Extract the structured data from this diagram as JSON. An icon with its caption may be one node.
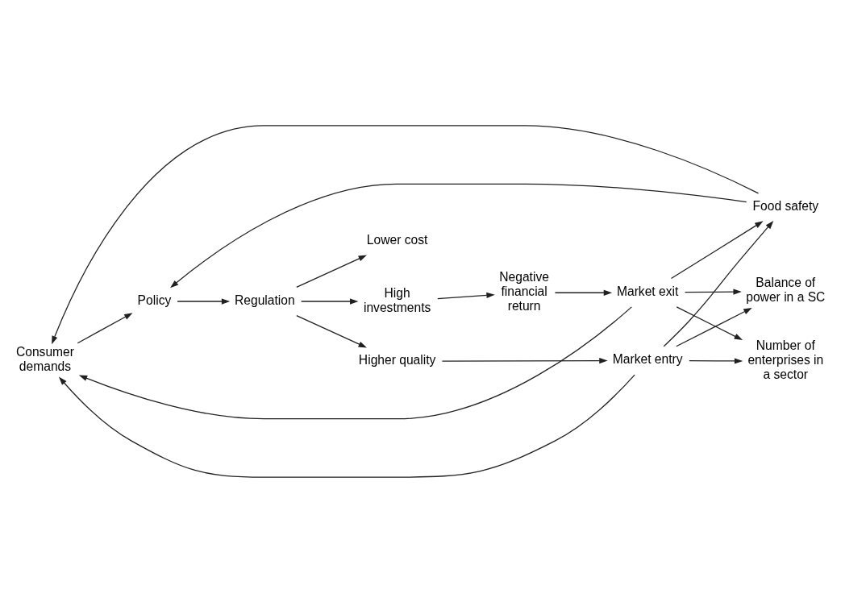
{
  "diagram": {
    "nodes": [
      {
        "text": [
          "Consumer demands"
        ]
      },
      {
        "text": [
          "Policy"
        ]
      },
      {
        "text": [
          "Higher quality"
        ]
      },
      {
        "text": [
          "Market entry"
        ]
      },
      {
        "text": [
          "Food safety"
        ]
      },
      {
        "text": [
          "Lower cost"
        ]
      },
      {
        "text": [
          "Regulation"
        ]
      },
      {
        "text": [
          "Balance of power in a SC"
        ]
      },
      {
        "text": [
          "High investments"
        ]
      },
      {
        "text": [
          "Number of enterprises in a sector"
        ]
      },
      {
        "text": [
          "Negative financial return"
        ]
      },
      {
        "text": [
          "Market exit"
        ]
      }
    ],
    "edges": [
      {
        "from": 1,
        "to": 6,
        "arrow": "to"
      },
      {
        "from": 6,
        "to": 2,
        "arrow": "to"
      },
      {
        "from": 6,
        "to": 5,
        "arrow": "to"
      },
      {
        "from": 6,
        "to": 8,
        "arrow": "to"
      },
      {
        "from": 8,
        "to": 10,
        "arrow": "to"
      },
      {
        "from": 10,
        "to": 11,
        "arrow": "to"
      },
      {
        "from": 2,
        "to": 3,
        "arrow": "to"
      },
      {
        "from": 11,
        "to": 0,
        "arrow": "to"
      },
      {
        "from": 0,
        "to": 1,
        "arrow": "to"
      },
      {
        "from": 4,
        "to": 1,
        "arrow": "to"
      },
      {
        "from": 3,
        "to": 0,
        "arrow": "to"
      },
      {
        "from": 3,
        "to": 4,
        "arrow": "to"
      },
      {
        "from": 4,
        "to": 0,
        "arrow": "to"
      },
      {
        "from": 3,
        "to": 9,
        "arrow": "to"
      },
      {
        "from": 3,
        "to": 7,
        "arrow": "to"
      },
      {
        "from": 11,
        "to": 7,
        "arrow": "to"
      },
      {
        "from": 11,
        "to": 4,
        "arrow": "to"
      },
      {
        "from": 11,
        "to": 9,
        "arrow": "to"
      }
    ]
  }
}
